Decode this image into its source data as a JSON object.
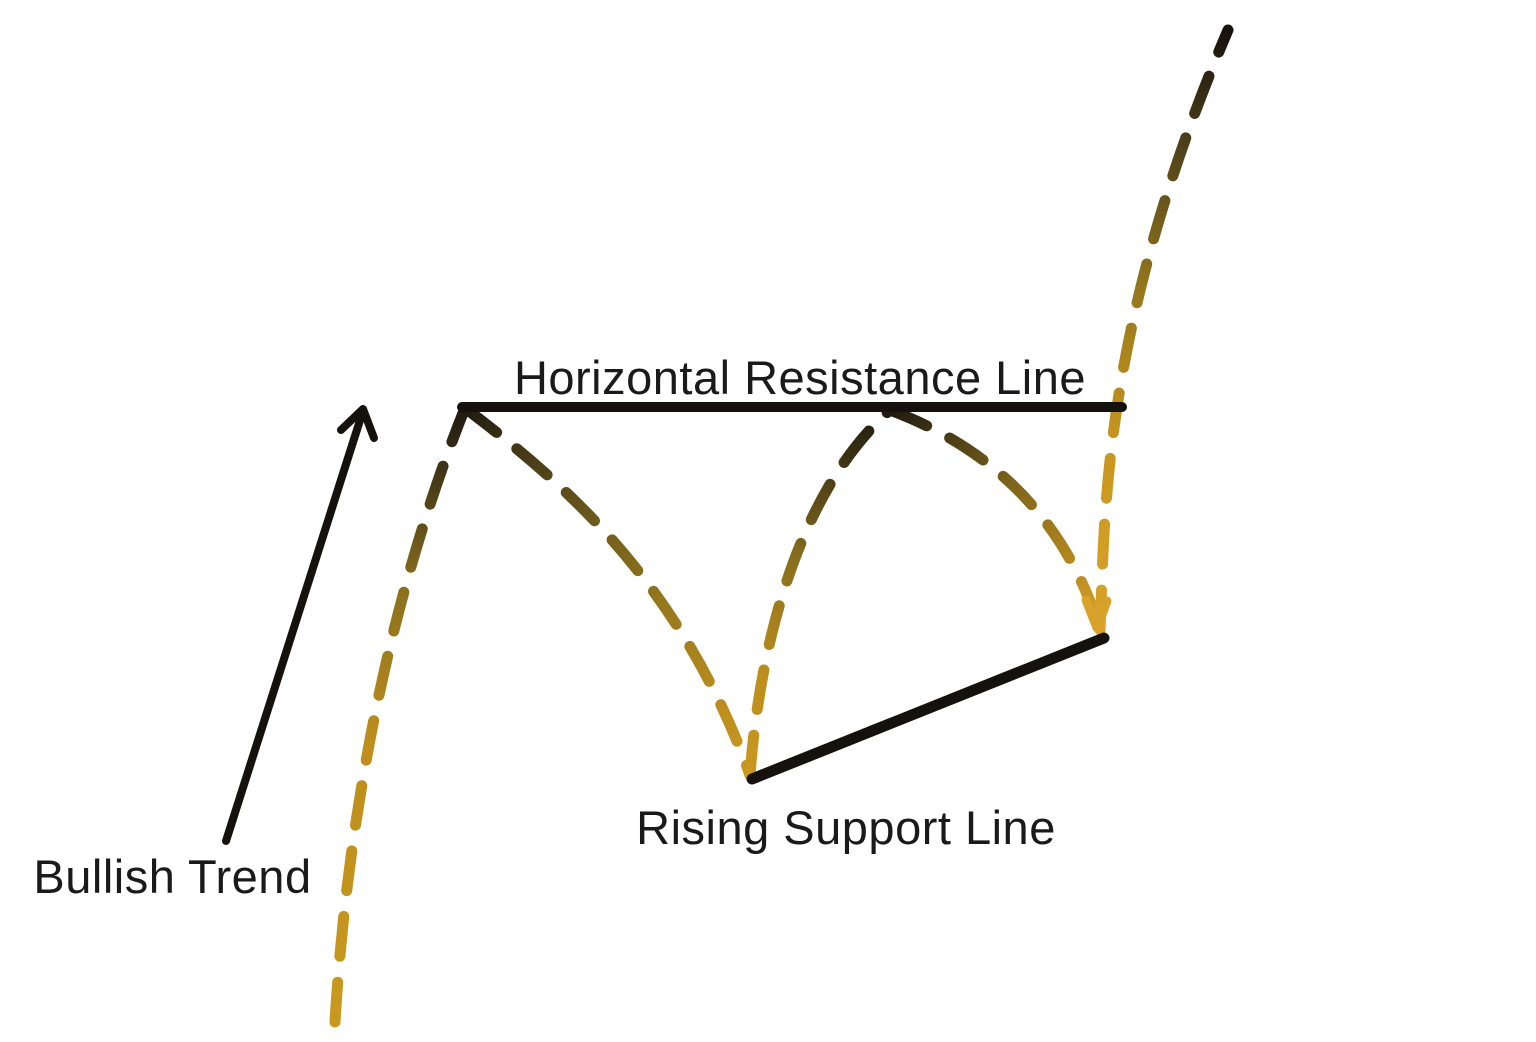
{
  "diagram": {
    "labels": {
      "resistance": "Horizontal Resistance Line",
      "support": "Rising Support Line",
      "trend": "Bullish Trend"
    },
    "colors": {
      "background": "#ffffff",
      "text": "#1a1a1a",
      "solid_line_black": "#15110d",
      "price_gold": "#c9981f",
      "price_gold_bright": "#d9a32a",
      "price_dark_olive": "#6b581c",
      "price_near_black": "#1e1910"
    }
  }
}
